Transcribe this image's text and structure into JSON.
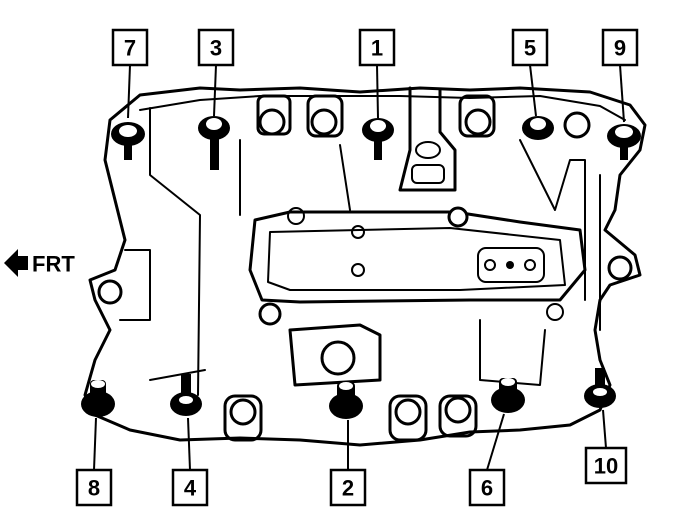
{
  "front_label": "FRT",
  "callouts": [
    {
      "id": "7",
      "label": "7"
    },
    {
      "id": "3",
      "label": "3"
    },
    {
      "id": "1",
      "label": "1"
    },
    {
      "id": "5",
      "label": "5"
    },
    {
      "id": "9",
      "label": "9"
    },
    {
      "id": "8",
      "label": "8"
    },
    {
      "id": "4",
      "label": "4"
    },
    {
      "id": "2",
      "label": "2"
    },
    {
      "id": "6",
      "label": "6"
    },
    {
      "id": "10",
      "label": "10"
    }
  ]
}
